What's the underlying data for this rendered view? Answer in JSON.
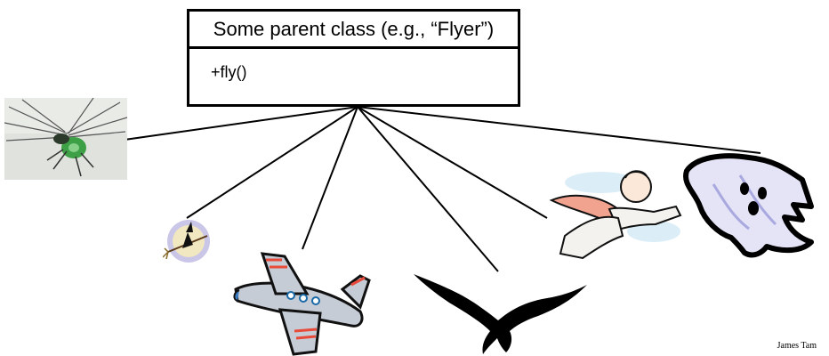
{
  "uml": {
    "class_name": "Some parent class (e.g., “Flyer”)",
    "method": "+fly()"
  },
  "children": [
    {
      "name": "dragonfly",
      "icon": "dragonfly-photo"
    },
    {
      "name": "witch",
      "icon": "witch-on-broom-icon"
    },
    {
      "name": "airplane",
      "icon": "airplane-icon"
    },
    {
      "name": "bird",
      "icon": "black-bird-icon"
    },
    {
      "name": "superhero",
      "icon": "flying-superhero-icon"
    },
    {
      "name": "ghost",
      "icon": "ghost-icon"
    }
  ],
  "credit": "James Tam"
}
